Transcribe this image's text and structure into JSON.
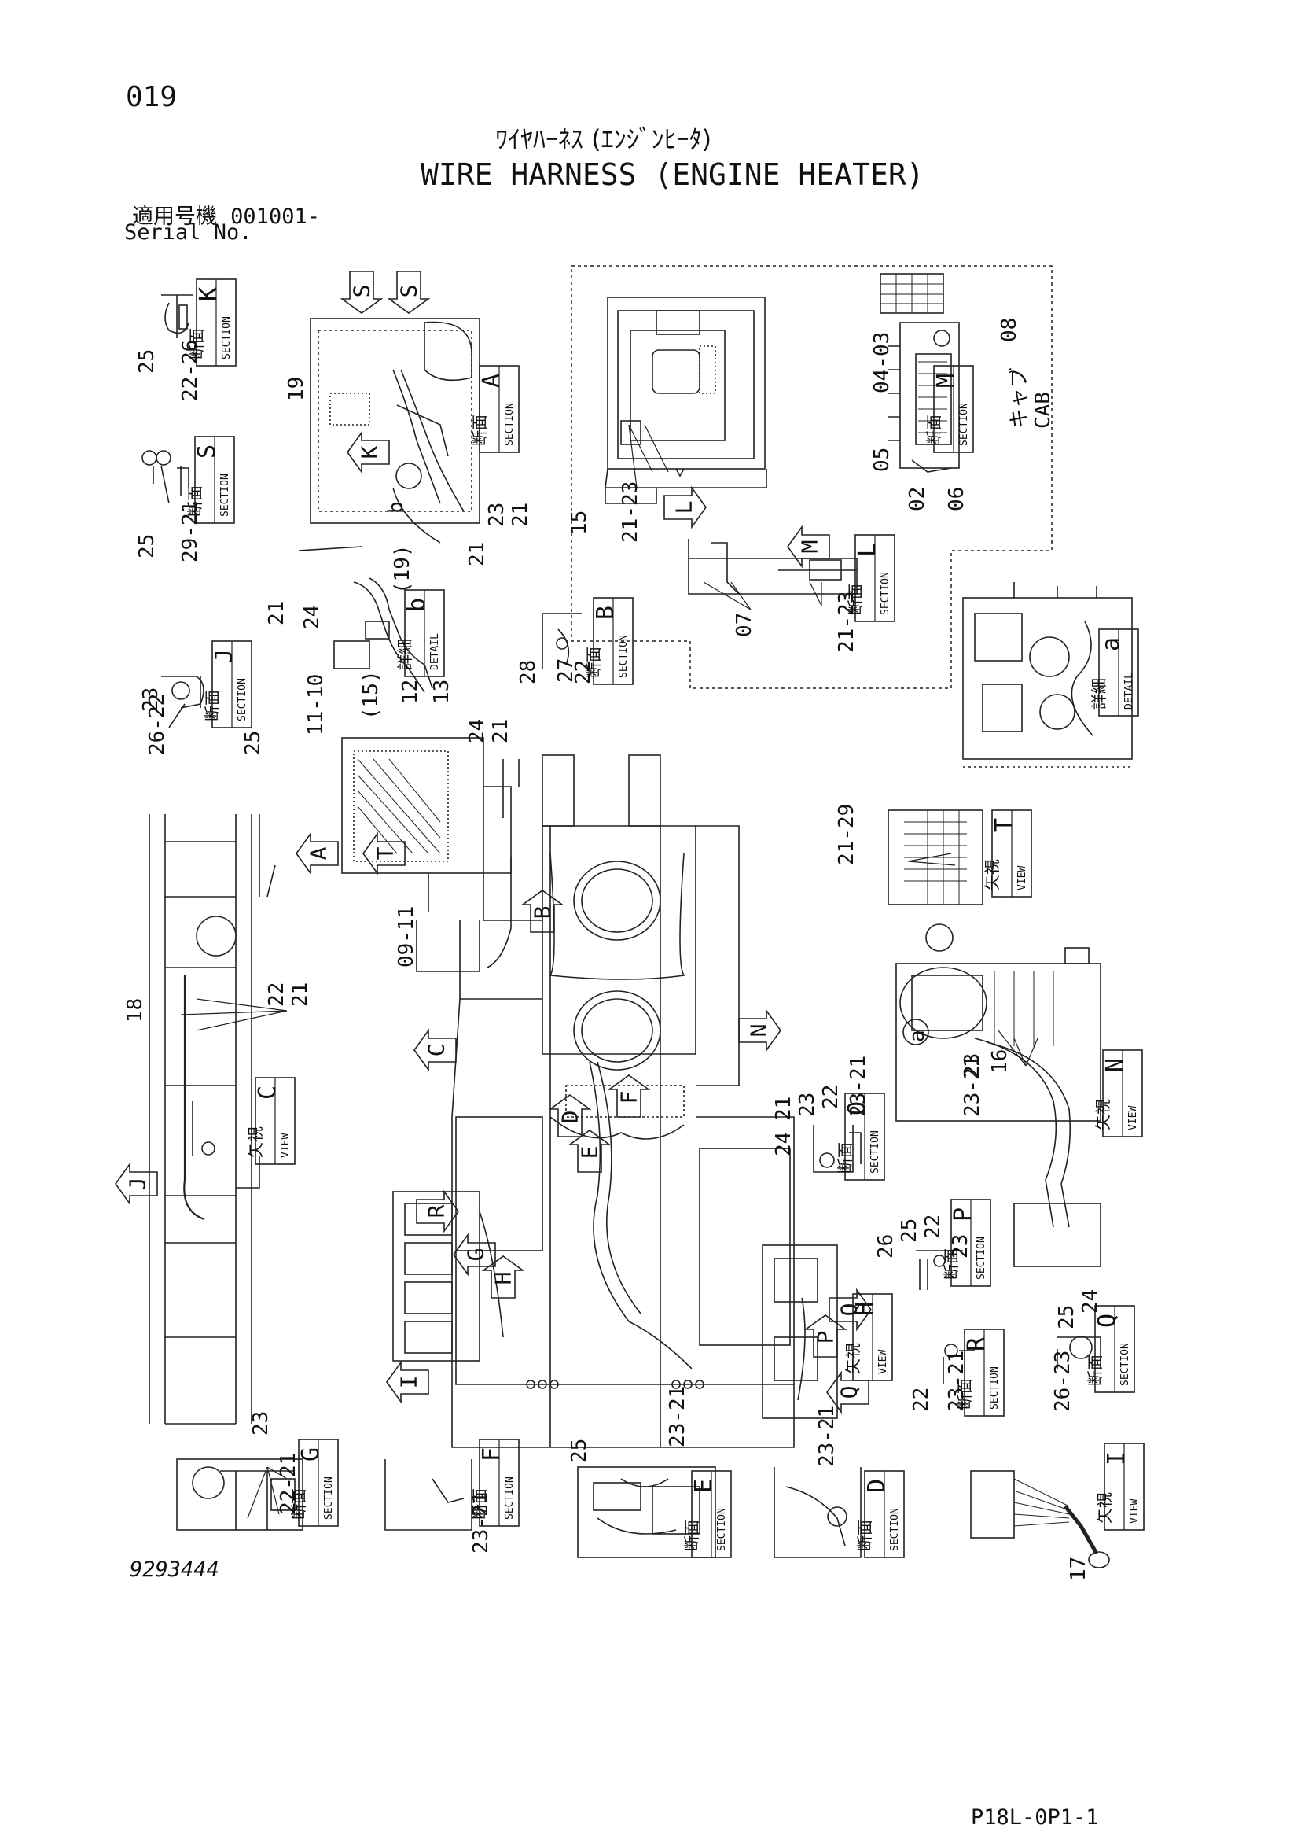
{
  "page_number": "019",
  "title_jp": "ﾜｲﾔﾊｰﾈｽ (ｴﾝｼﾞﾝﾋｰﾀ)",
  "title_en": "WIRE HARNESS (ENGINE HEATER)",
  "serial_label_jp": "適用号機",
  "serial_value": "001001-",
  "serial_label_en": "Serial No.",
  "drawing_number": "9293444",
  "page_code": "P18L-0P1-1",
  "tag_words": {
    "section_jp": "断面",
    "section_en": "SECTION",
    "view_jp": "矢視",
    "view_en": "VIEW",
    "detail_jp": "詳細",
    "detail_en": "DETAIL"
  },
  "cab_label_jp": "キャブ",
  "cab_label_en": "CAB",
  "tags": [
    {
      "type": "section",
      "letter": "K"
    },
    {
      "type": "section",
      "letter": "S"
    },
    {
      "type": "section",
      "letter": "A"
    },
    {
      "type": "section",
      "letter": "M"
    },
    {
      "type": "section",
      "letter": "L"
    },
    {
      "type": "detail",
      "letter": "b"
    },
    {
      "type": "section",
      "letter": "B"
    },
    {
      "type": "section",
      "letter": "J"
    },
    {
      "type": "detail",
      "letter": "a"
    },
    {
      "type": "view",
      "letter": "T"
    },
    {
      "type": "view",
      "letter": "C"
    },
    {
      "type": "view",
      "letter": "N"
    },
    {
      "type": "section",
      "letter": "O"
    },
    {
      "type": "section",
      "letter": "P"
    },
    {
      "type": "view",
      "letter": "H"
    },
    {
      "type": "section",
      "letter": "R"
    },
    {
      "type": "section",
      "letter": "Q"
    },
    {
      "type": "section",
      "letter": "G"
    },
    {
      "type": "section",
      "letter": "F"
    },
    {
      "type": "section",
      "letter": "E"
    },
    {
      "type": "section",
      "letter": "D"
    },
    {
      "type": "view",
      "letter": "I"
    }
  ],
  "flags": [
    "S",
    "S",
    "K",
    "L",
    "M",
    "A",
    "T",
    "B",
    "C",
    "N",
    "D",
    "F",
    "E",
    "J",
    "R",
    "G",
    "H",
    "P",
    "Q",
    "I",
    "Q"
  ],
  "part_labels": [
    "25",
    "22-26",
    "19",
    "23",
    "21",
    "21",
    "25",
    "29-21",
    "15",
    "21-23",
    "04-03",
    "08",
    "05",
    "02",
    "06",
    "21",
    "24",
    "(19)",
    "07",
    "21-23",
    "23",
    "11-10",
    "(15)",
    "12",
    "13",
    "28",
    "27",
    "22",
    "26-22",
    "25",
    "24",
    "21",
    "09-11",
    "21-29",
    "18",
    "22",
    "21",
    "23",
    "16",
    "23-21",
    "21",
    "23",
    "22",
    "23-21",
    "24",
    "26",
    "25",
    "22",
    "23",
    "25",
    "24",
    "22",
    "23-21",
    "26-23",
    "23",
    "22-21",
    "25",
    "23-21",
    "23-21",
    "23-21",
    "17",
    "a",
    "b"
  ]
}
